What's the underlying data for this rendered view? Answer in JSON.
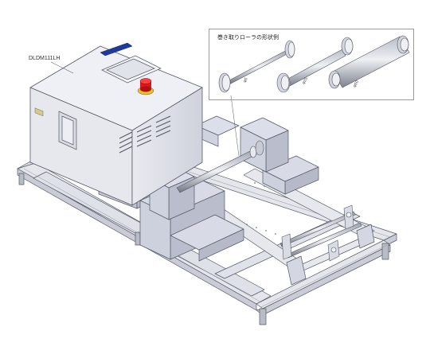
{
  "model_label": "DLDM111LH",
  "inset": {
    "title": "巻き取りローラの形状例",
    "rollers": [
      {
        "dimension": "φ5"
      },
      {
        "dimension": "φ25"
      },
      {
        "dimension": "φ50"
      }
    ]
  },
  "panel": {
    "emergency_stop_color": "#d41a1a",
    "brand_plate_color": "#1f3a9a"
  },
  "colors": {
    "frame": "#e4e6ec",
    "frame_shadow": "#a9adb8",
    "housing": "#ecedf2",
    "block": "#d7d9e6",
    "outline": "#555a66"
  }
}
